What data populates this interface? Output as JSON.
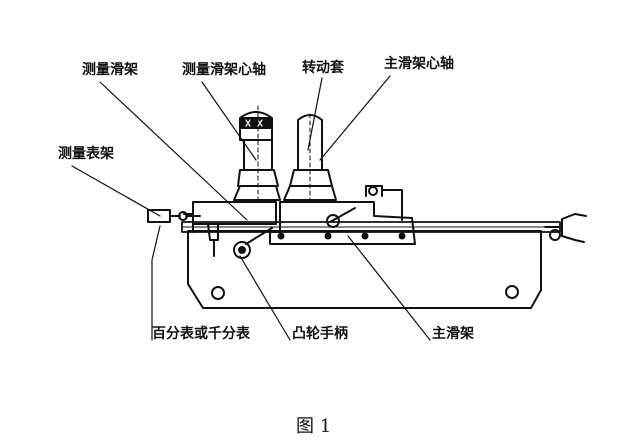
{
  "labels": {
    "measure_carriage": "测量滑架",
    "measure_carriage_spindle": "测量滑架心轴",
    "rotating_sleeve": "转动套",
    "main_carriage_spindle": "主滑架心轴",
    "gauge_holder": "测量表架",
    "dial_indicator": "百分表或千分表",
    "cam_handle": "凸轮手柄",
    "main_carriage": "主滑架"
  },
  "caption": "图  1"
}
